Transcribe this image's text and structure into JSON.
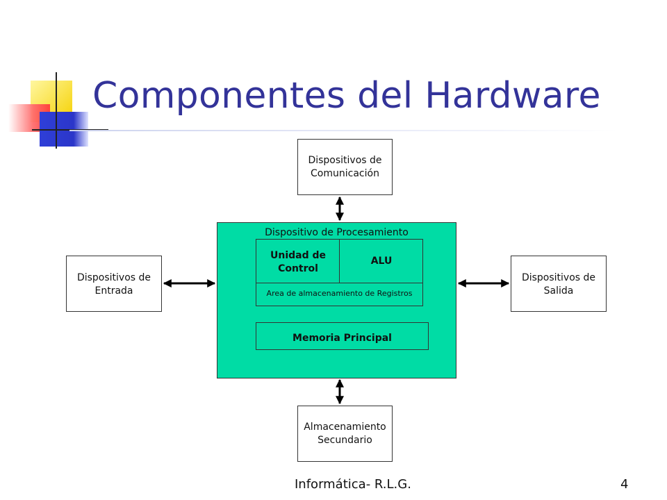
{
  "slide": {
    "title": "Componentes del Hardware",
    "footer": "Informática- R.L.G.",
    "page_number": "4"
  },
  "diagram": {
    "communication": {
      "line1": "Dispositivos de",
      "line2": "Comunicación"
    },
    "input": {
      "line1": "Dispositivos de",
      "line2": "Entrada"
    },
    "output": {
      "line1": "Dispositivos de",
      "line2": "Salida"
    },
    "storage": {
      "line1": "Almacenamiento",
      "line2": "Secundario"
    },
    "processing": {
      "label": "Dispositivo de Procesamiento",
      "control_unit": {
        "line1": "Unidad de",
        "line2": "Control"
      },
      "alu": "ALU",
      "registers": "Area de almacenamiento  de Registros",
      "main_memory": "Memoria Principal"
    }
  },
  "colors": {
    "title": "#333399",
    "processing_fill": "#00dca5"
  }
}
